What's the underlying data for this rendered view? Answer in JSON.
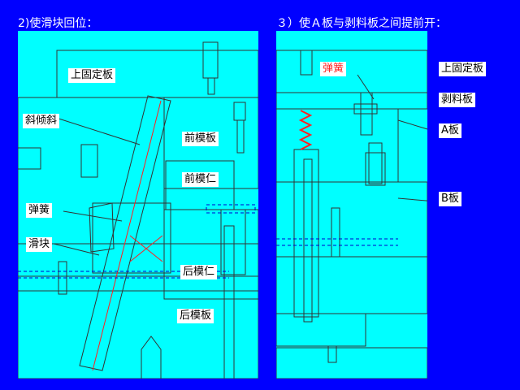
{
  "titles": {
    "left": "2)使滑块回位：",
    "right": "３）使Ａ板与剥料板之间提前开："
  },
  "left_panel": {
    "labels": {
      "top_fixed_plate": "上固定板",
      "angle_pin": "斜倾斜",
      "front_mold_plate": "前模板",
      "front_mold_core": "前模仁",
      "spring": "弹簧",
      "slider": "滑块",
      "rear_mold_core": "后模仁",
      "rear_mold_plate": "后模板"
    }
  },
  "right_panel": {
    "labels": {
      "spring": "弹簧",
      "top_fixed_plate": "上固定板",
      "stripper_plate": "剥料板",
      "a_plate": "A板",
      "b_plate": "B板"
    }
  },
  "colors": {
    "background": "#0000ff",
    "panel": "#00ffff",
    "line": "#333333",
    "spring": "#ff2020",
    "dashed": "#0000cc"
  }
}
